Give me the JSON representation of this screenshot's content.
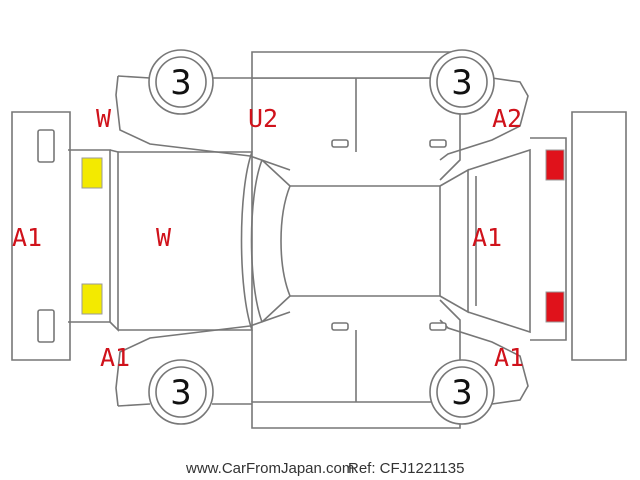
{
  "diagram": {
    "labels": {
      "rear_left_corner": "W",
      "rear_left_door": "U2",
      "front_left_fender": "A2",
      "rear_bumper": "A1",
      "roof": "W",
      "front_bumper": "A1",
      "rear_right_corner": "A1",
      "front_right_fender": "A1"
    },
    "tires": {
      "rear_left": "3",
      "front_left": "3",
      "rear_right": "3",
      "front_right": "3"
    },
    "light_colors": {
      "rear": "#f3ea00",
      "front": "#e0121b"
    },
    "label_color": "#d0121b",
    "line_color": "#777777"
  },
  "footer": {
    "site": "www.CarFromJapan.com",
    "ref": "Ref: CFJ1221135"
  }
}
